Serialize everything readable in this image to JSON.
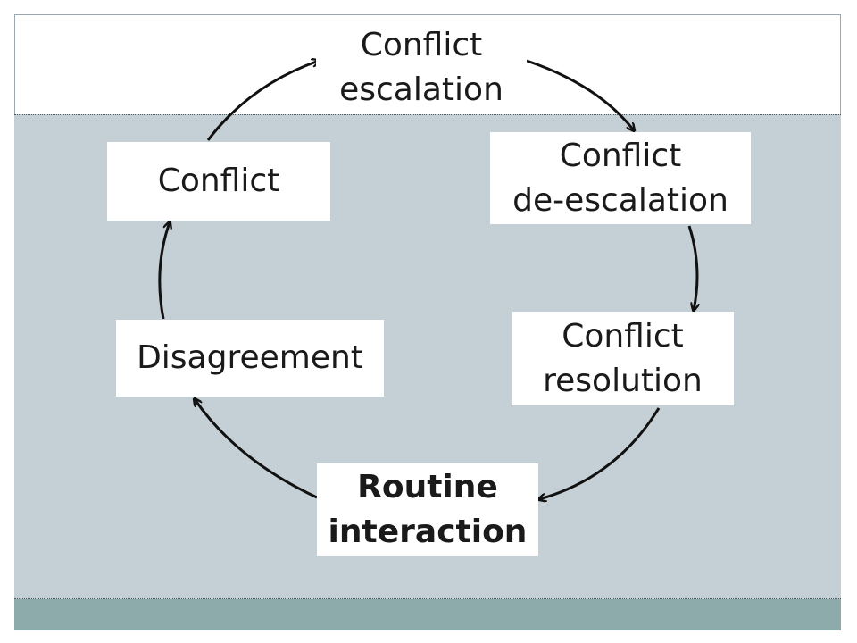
{
  "diagram": {
    "nodes": {
      "escalation": "Conflict\nescalation",
      "deescalation": "Conflict\nde-escalation",
      "resolution": "Conflict\nresolution",
      "routine": "Routine\ninteraction",
      "disagreement": "Disagreement",
      "conflict": "Conflict"
    },
    "colors": {
      "band": "#c5d0d6",
      "footer": "#8eabab",
      "arrow": "#111111",
      "node_fill": "#ffffff"
    }
  }
}
